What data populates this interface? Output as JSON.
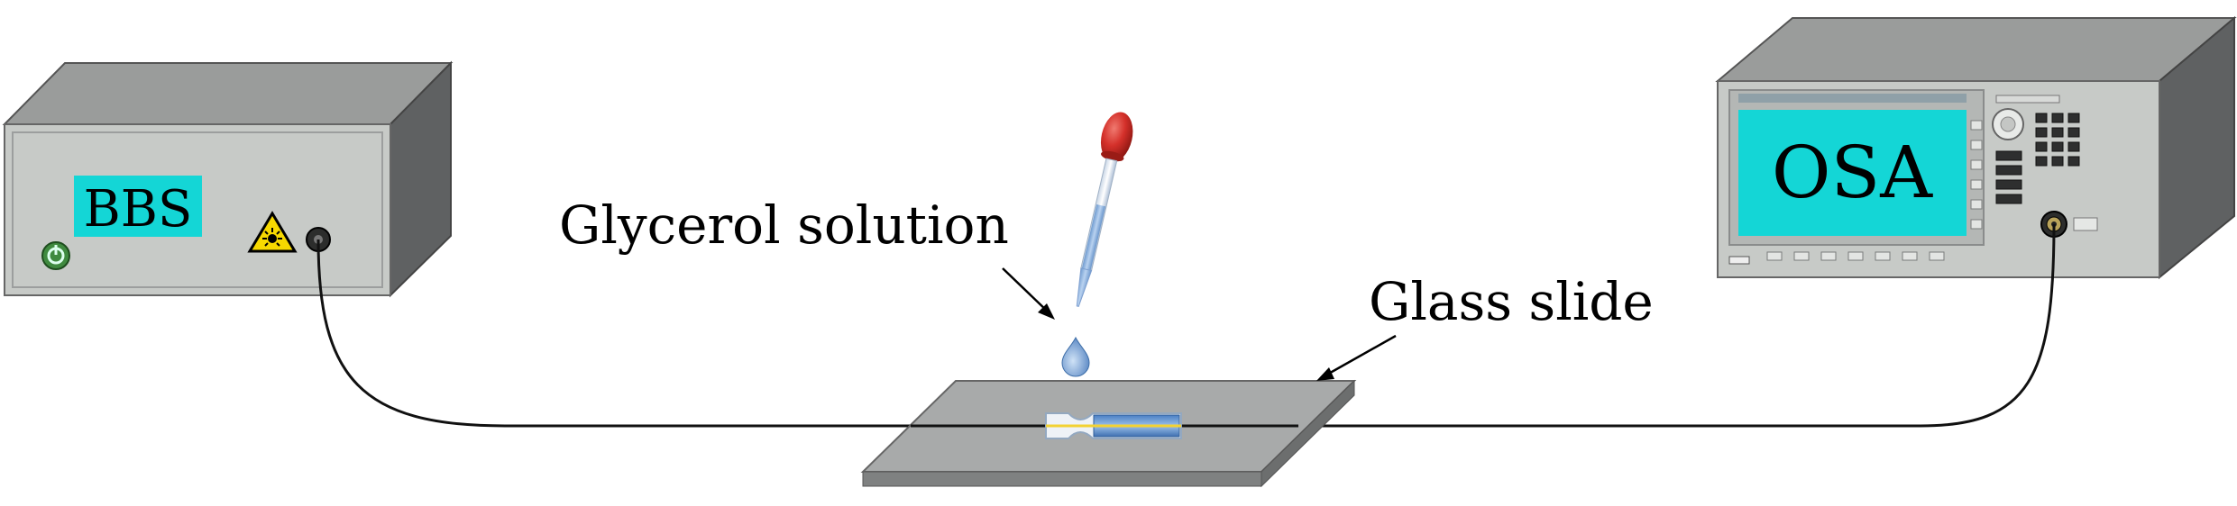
{
  "labels": {
    "source": "BBS",
    "analyzer": "OSA",
    "solution": "Glycerol solution",
    "slide": "Glass slide"
  },
  "icons": {
    "laser_warning": "laser-warning-icon",
    "power": "power-icon",
    "dropper": "pipette-icon",
    "droplet": "droplet-icon",
    "sensor": "fiber-sensor-icon"
  },
  "colors": {
    "box_front": "#c7cac7",
    "box_top": "#9a9c9b",
    "box_side": "#5f6162",
    "screen": "#14d6d6",
    "dropper_bulb": "#d4302a",
    "liquid": "#8db4e0",
    "slide_top": "#a8aaaa",
    "fiber": "#111111"
  }
}
